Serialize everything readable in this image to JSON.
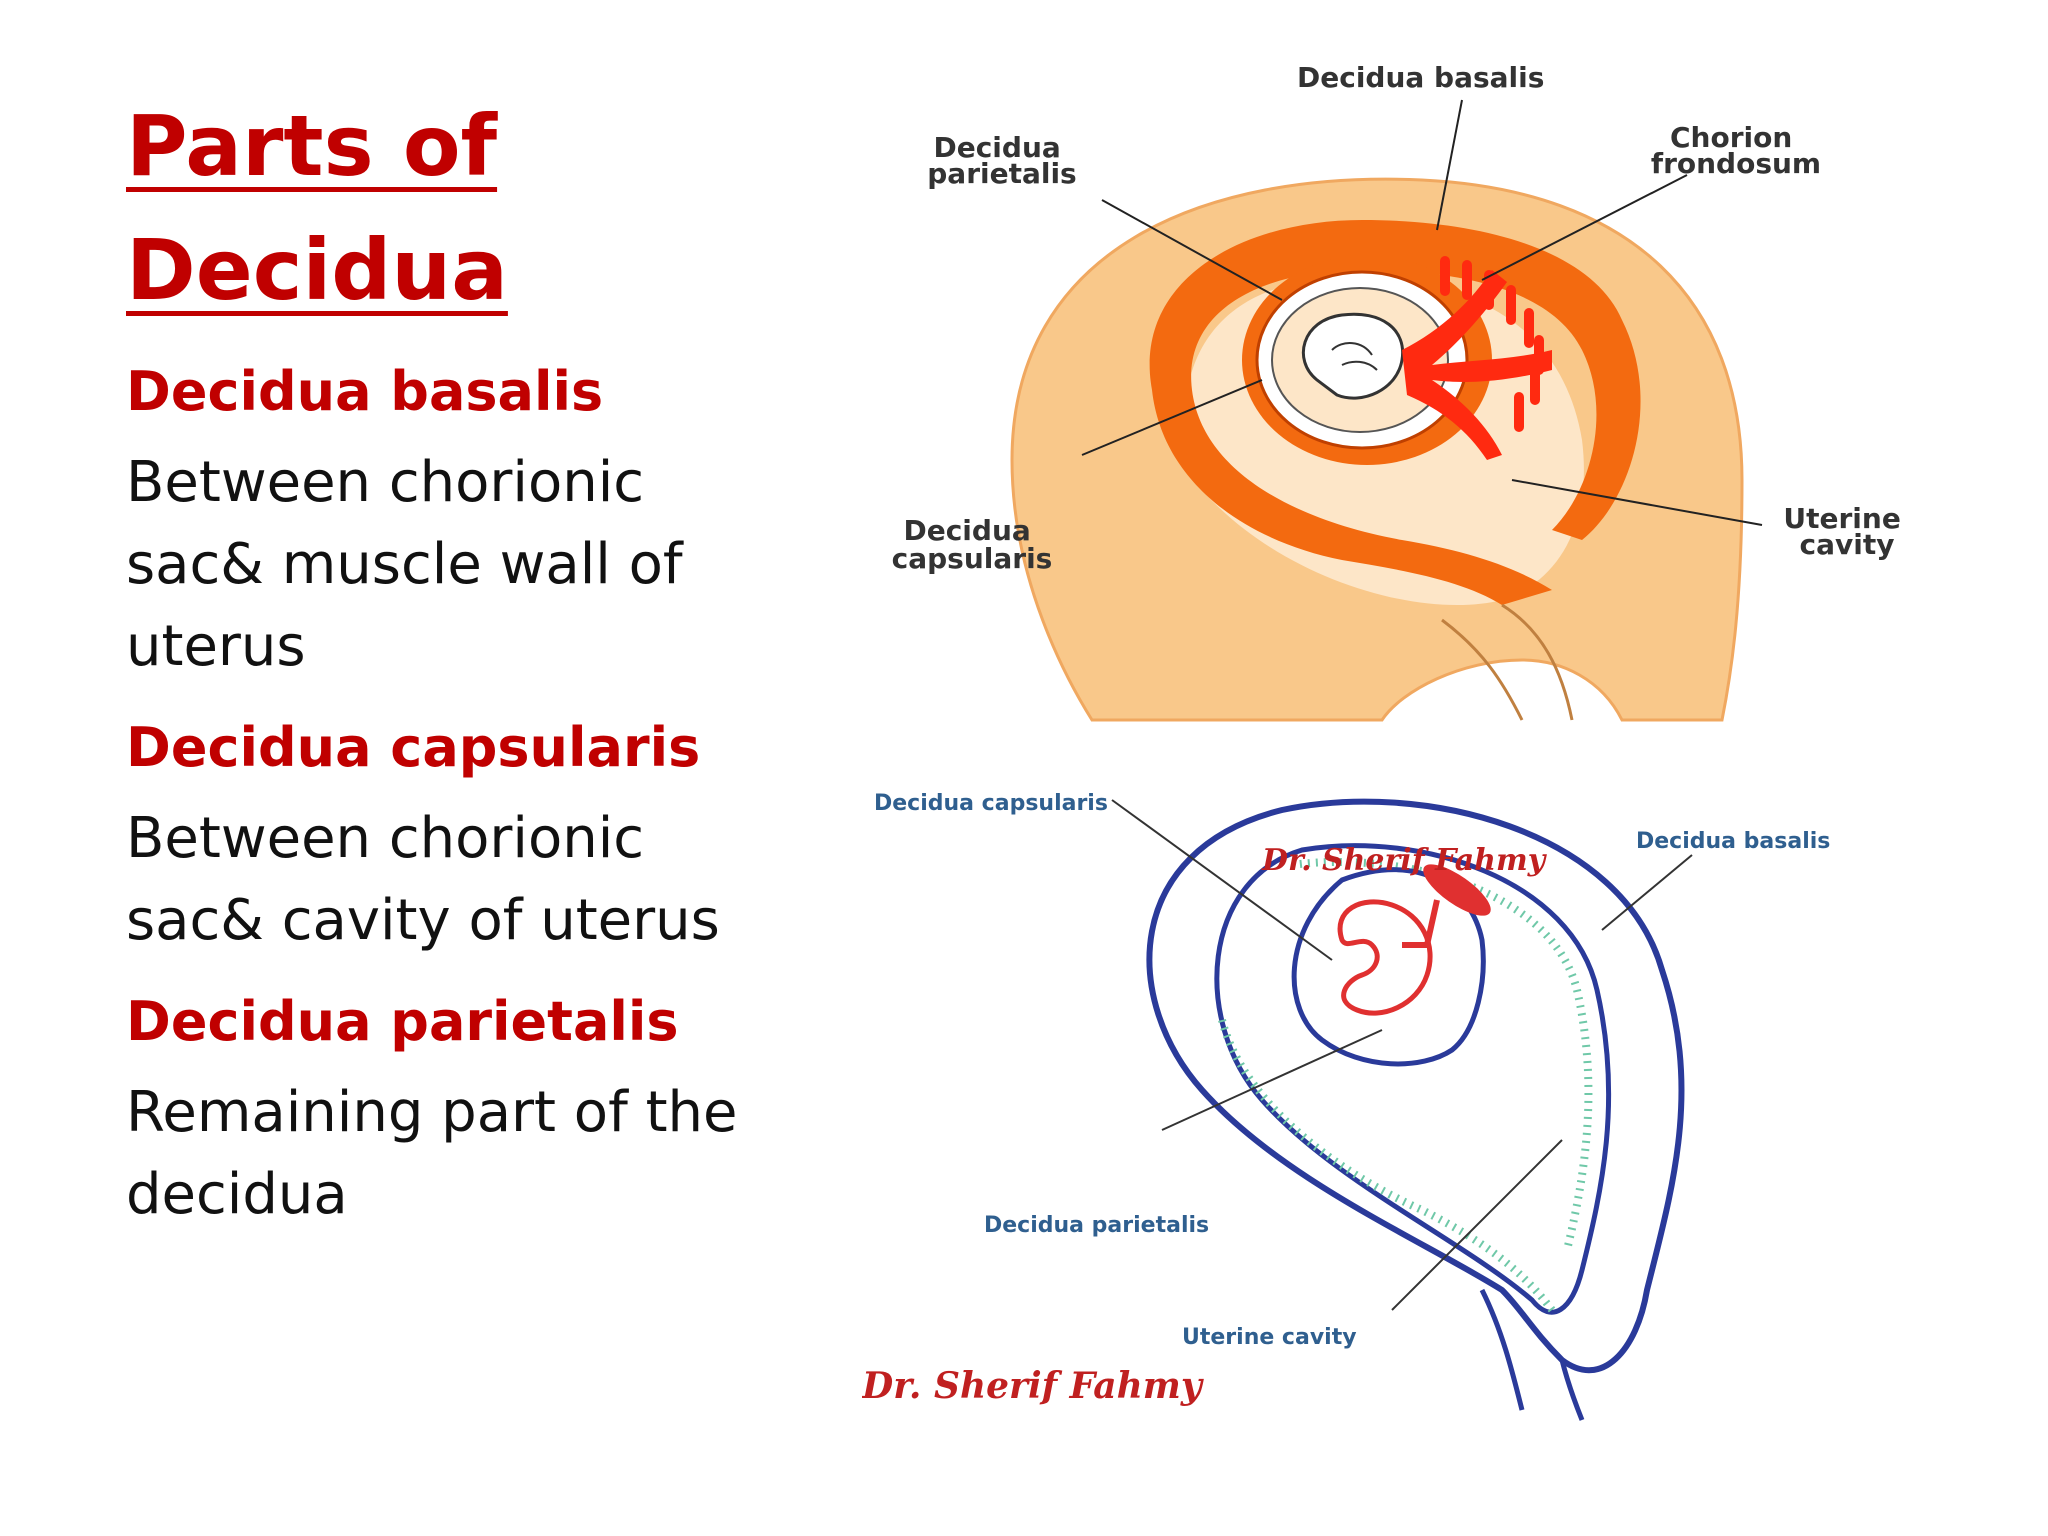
{
  "title": {
    "line1": "Parts of",
    "line2": "Decidua"
  },
  "sections": [
    {
      "term": "Decidua basalis",
      "desc": [
        "Between chorionic",
        "sac& muscle wall of",
        "uterus"
      ]
    },
    {
      "term": "Decidua capsularis",
      "desc": [
        "Between chorionic",
        "sac& cavity of uterus"
      ]
    },
    {
      "term": "Decidua parietalis",
      "desc": [
        "Remaining part of the",
        "decidua"
      ]
    }
  ],
  "figure_top": {
    "labels": {
      "basalis": "Decidua basalis",
      "parietalis1": "Decidua",
      "parietalis2": "parietalis",
      "chorion1": "Chorion",
      "chorion2": "frondosum",
      "capsularis1": "Decidua",
      "capsularis2": "capsularis",
      "uterine1": "Uterine",
      "uterine2": "cavity"
    },
    "colors": {
      "uterus": "#f9c88a",
      "decidua": "#f36a10",
      "chorion": "#ff2a10",
      "cavity": "#fde6c8"
    }
  },
  "figure_bottom": {
    "labels": {
      "capsularis": "Decidua capsularis",
      "basalis": "Decidua basalis",
      "parietalis": "Decidua parietalis",
      "uterine": "Uterine cavity"
    },
    "signature_top": "Dr. Sherif Fahmy",
    "signature_bottom": "Dr. Sherif Fahmy",
    "colors": {
      "outline": "#2a3a9a",
      "villi": "#6fc8a8",
      "embryo": "#e03030"
    }
  }
}
